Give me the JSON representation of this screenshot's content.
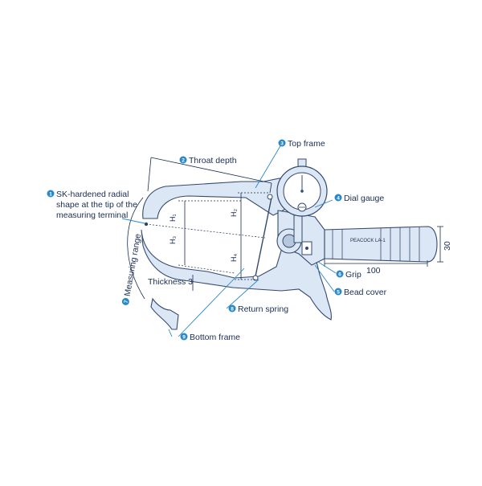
{
  "labels": {
    "top_frame": {
      "num": "3",
      "text": "Top frame"
    },
    "throat_depth": {
      "num": "2",
      "text": "Throat depth"
    },
    "sk_tip_line1": {
      "num": "1",
      "text": "SK-hardened radial"
    },
    "sk_tip_line2": "shape at the tip of the",
    "sk_tip_line3": "measuring terminal",
    "dial_gauge": {
      "num": "4",
      "text": "Dial gauge"
    },
    "measuring_range": {
      "num": "7",
      "text": "Measuring range"
    },
    "thickness": "Thickness 3",
    "grip": {
      "num": "6",
      "text": "Grip"
    },
    "bead_cover": {
      "num": "5",
      "text": "Bead cover"
    },
    "return_spring": {
      "num": "8",
      "text": "Return spring"
    },
    "bottom_frame": {
      "num": "9",
      "text": "Bottom frame"
    }
  },
  "dimensions": {
    "h1": "H₁",
    "h2": "H₂",
    "h3": "H₃",
    "h4": "H₄",
    "grip_length": "100",
    "grip_diameter": "30"
  },
  "grip_text": "PEACOCK  LA-1",
  "colors": {
    "body": "#dbe7f4",
    "outline": "#34496e",
    "leader": "#2a88c7",
    "badge": "#2a88c7",
    "text": "#1a2d52"
  }
}
